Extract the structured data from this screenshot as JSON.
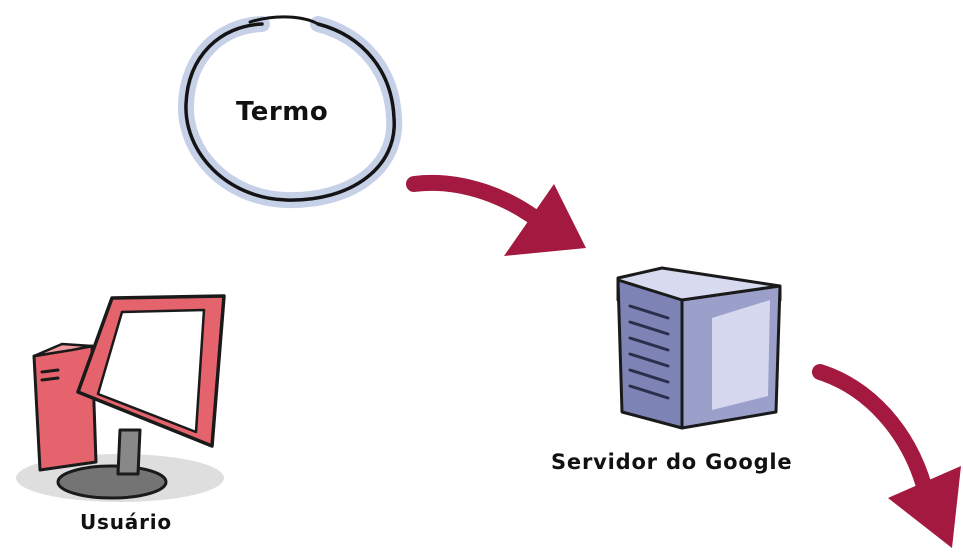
{
  "nodes": {
    "term": {
      "label": "Termo"
    },
    "server": {
      "label": "Servidor do Google"
    },
    "user": {
      "label": "Usuário"
    }
  },
  "edges": [
    {
      "from": "term",
      "to": "server"
    },
    {
      "from": "server",
      "to": "offscreen"
    }
  ],
  "colors": {
    "arrow": "#a3193f",
    "bubble_fill": "#c6d1e8",
    "bubble_outline": "#141414",
    "server_front": "#7d84b5",
    "server_side": "#d8daef",
    "monitor": "#e5636d",
    "screen": "#ffffff"
  }
}
